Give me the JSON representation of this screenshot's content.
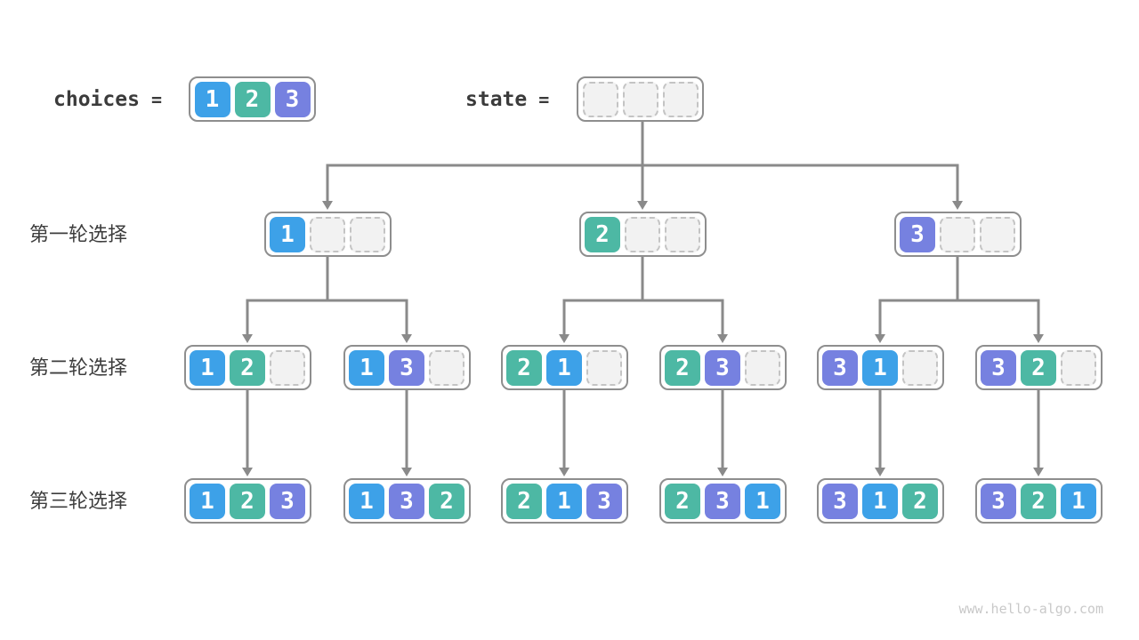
{
  "colors": {
    "1": "#3DA1E8",
    "2": "#4DB8A4",
    "3": "#7681E0",
    "empty_fill": "#F2F2F2",
    "empty_border": "#C4C4C4",
    "box_border": "#8E8E8E",
    "arrow": "#8A8A8A",
    "label_text": "#3D3D3D",
    "watermark": "#C9C9C9"
  },
  "header": {
    "choices_label": "choices",
    "equals": "=",
    "choices_values": [
      1,
      2,
      3
    ],
    "state_label": "state",
    "state_values": [
      null,
      null,
      null
    ]
  },
  "rows": [
    {
      "label": "第一轮选择",
      "nodes": [
        [
          1,
          null,
          null
        ],
        [
          2,
          null,
          null
        ],
        [
          3,
          null,
          null
        ]
      ]
    },
    {
      "label": "第二轮选择",
      "nodes": [
        [
          1,
          2,
          null
        ],
        [
          1,
          3,
          null
        ],
        [
          2,
          1,
          null
        ],
        [
          2,
          3,
          null
        ],
        [
          3,
          1,
          null
        ],
        [
          3,
          2,
          null
        ]
      ]
    },
    {
      "label": "第三轮选择",
      "nodes": [
        [
          1,
          2,
          3
        ],
        [
          1,
          3,
          2
        ],
        [
          2,
          1,
          3
        ],
        [
          2,
          3,
          1
        ],
        [
          3,
          1,
          2
        ],
        [
          3,
          2,
          1
        ]
      ]
    }
  ],
  "watermark": "www.hello-algo.com"
}
